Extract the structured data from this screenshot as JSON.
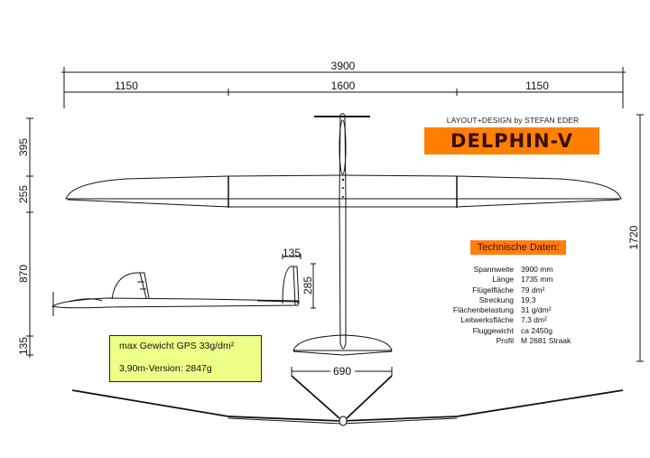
{
  "title": "DELPHIN-V",
  "credit": "LAYOUT+DESIGN by STEFAN EDER",
  "colors": {
    "title_banner": "#ff8000",
    "title_text": "#3a0d00",
    "spec_header_bg": "#ff7f0e",
    "note_box_bg": "#eeff88",
    "line": "#111111"
  },
  "dimensions": {
    "span_total": "3900",
    "span_outer_left": "1150",
    "span_center": "1600",
    "span_outer_right": "1150",
    "left_vertical": [
      "395",
      "255",
      "870",
      "135"
    ],
    "right_vertical": "1720",
    "fin_width": "135",
    "fin_height": "285",
    "stabilizer_span": "690"
  },
  "specs": {
    "header": "Technische Daten:",
    "rows": [
      {
        "label": "Spannweite",
        "value": "3900 mm"
      },
      {
        "label": "Länge",
        "value": "1735 mm"
      },
      {
        "label": "Flügelfläche",
        "value": "79 dm²"
      },
      {
        "label": "Streckung",
        "value": "19,3"
      },
      {
        "label": "Flächenbelastung",
        "value": "31 g/dm²"
      },
      {
        "label": "Leitwerksfläche",
        "value": "7,3 dm²"
      },
      {
        "label": "Fluggewicht",
        "value": "ca 2450g"
      },
      {
        "label": "Profil",
        "value": "M 2681 Straak"
      }
    ]
  },
  "note": {
    "line1": "max Gewicht GPS 33g/dm²",
    "line2": "3,90m-Version:  2847g"
  }
}
